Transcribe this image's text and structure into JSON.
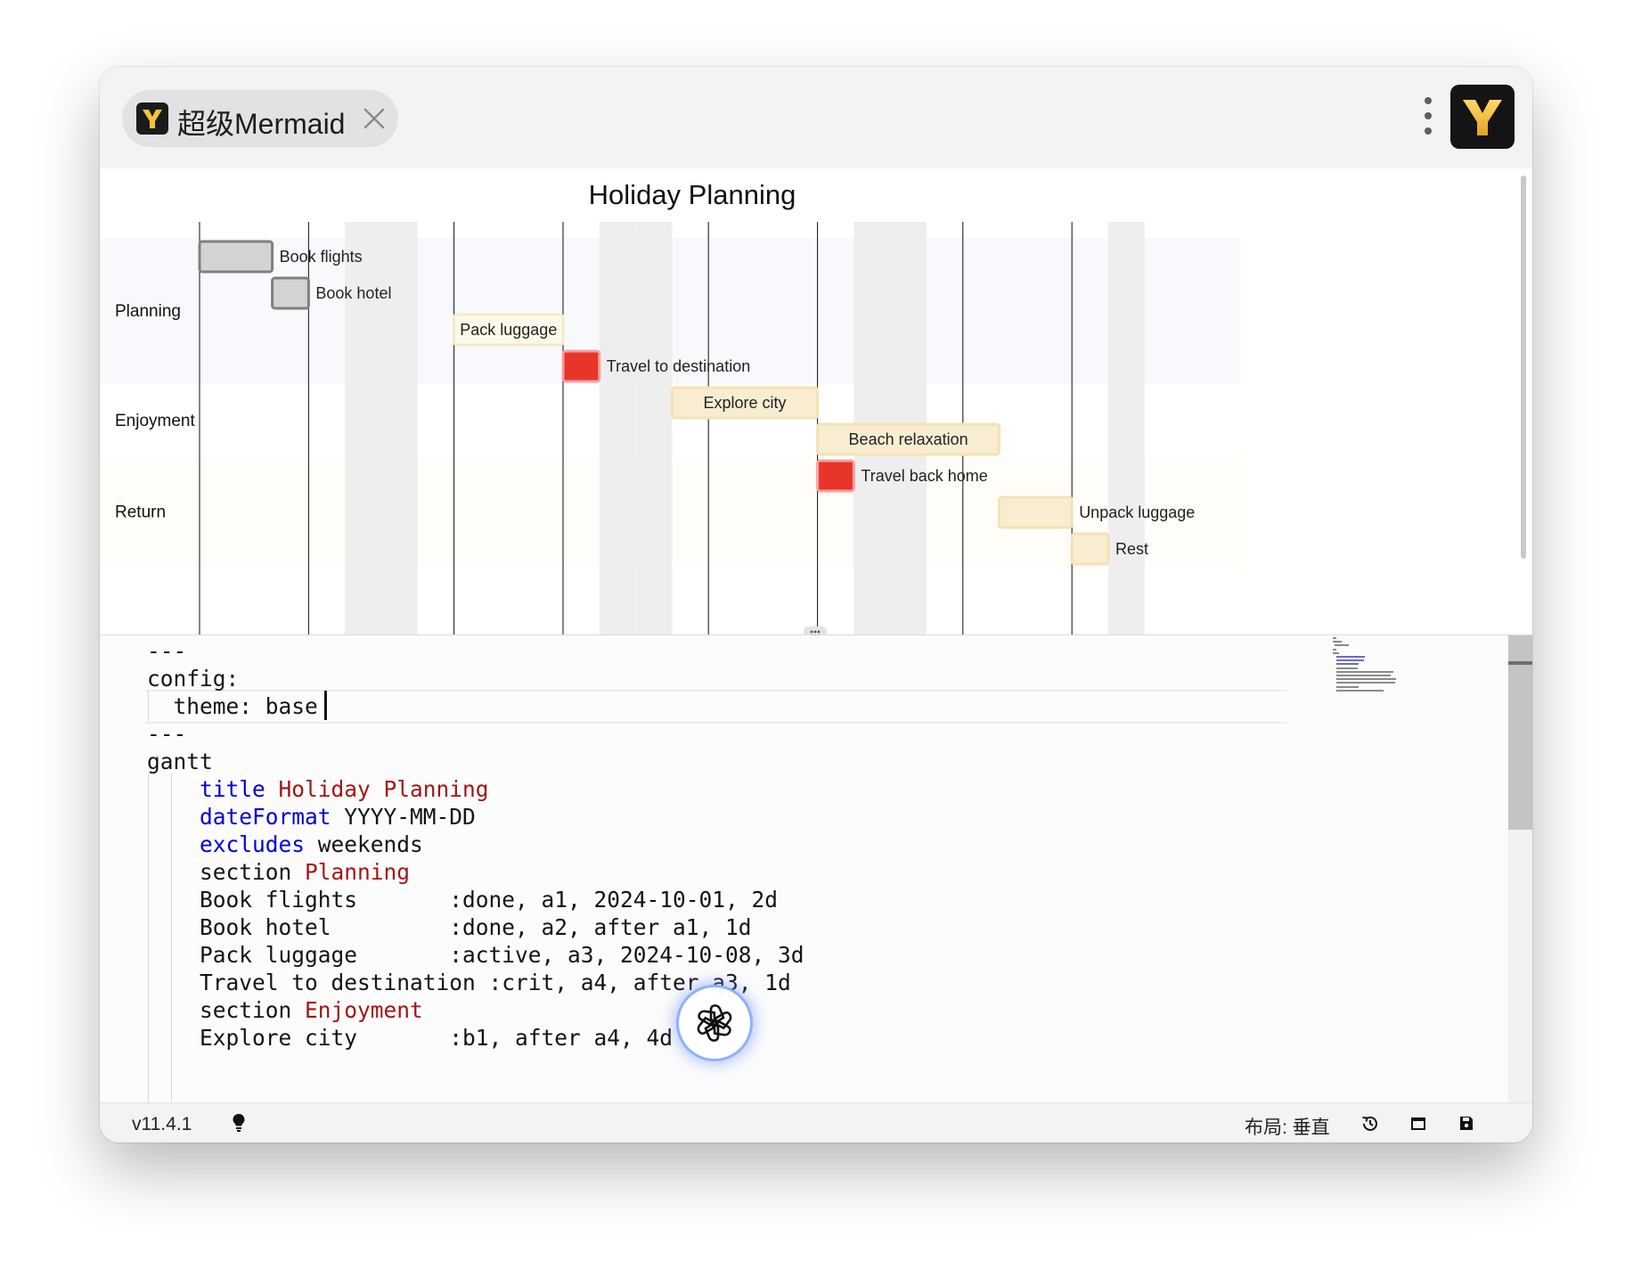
{
  "window": {
    "tab_title": "超级Mermaid",
    "icons": {
      "tab_logo": "app-logo-icon",
      "tab_close": "close-icon",
      "menu": "more-vertical-icon",
      "app_logo": "app-logo-icon"
    },
    "brand_colors": {
      "logo_bg": "#141414",
      "logo_gold": "#f7c23b"
    }
  },
  "chart_data": {
    "type": "gantt",
    "title": "Holiday Planning",
    "date_format": "YYYY-MM-DD",
    "excludes": "weekends",
    "x_start": "2024-10-01",
    "x_end": "2024-10-27",
    "grid": true,
    "sections": [
      {
        "name": "Planning",
        "color": "#f7f9fc"
      },
      {
        "name": "Enjoyment",
        "color": "#ffffff"
      },
      {
        "name": "Return",
        "color": "#fefdf8"
      }
    ],
    "tasks": [
      {
        "name": "Book flights",
        "section": "Planning",
        "id": "a1",
        "status": "done",
        "start": "2024-10-01",
        "end": "2024-10-03"
      },
      {
        "name": "Book hotel",
        "section": "Planning",
        "id": "a2",
        "status": "done",
        "start": "2024-10-03",
        "end": "2024-10-04"
      },
      {
        "name": "Pack luggage",
        "section": "Planning",
        "id": "a3",
        "status": "active",
        "start": "2024-10-08",
        "end": "2024-10-11"
      },
      {
        "name": "Travel to destination",
        "section": "Planning",
        "id": "a4",
        "status": "crit",
        "start": "2024-10-11",
        "end": "2024-10-12"
      },
      {
        "name": "Explore city",
        "section": "Enjoyment",
        "id": "b1",
        "status": "normal",
        "start": "2024-10-14",
        "end": "2024-10-18"
      },
      {
        "name": "Beach relaxation",
        "section": "Enjoyment",
        "id": "b2",
        "status": "normal",
        "start": "2024-10-18",
        "end": "2024-10-23"
      },
      {
        "name": "Travel back home",
        "section": "Return",
        "id": "c1",
        "status": "crit",
        "start": "2024-10-18",
        "end": "2024-10-19"
      },
      {
        "name": "Unpack luggage",
        "section": "Return",
        "id": "c2",
        "status": "normal",
        "start": "2024-10-23",
        "end": "2024-10-25"
      },
      {
        "name": "Rest",
        "section": "Return",
        "id": "c3",
        "status": "normal",
        "start": "2024-10-25",
        "end": "2024-10-26"
      }
    ],
    "status_colors": {
      "done": {
        "fill": "#d3d3d3",
        "stroke": "#808080"
      },
      "active": {
        "fill": "#fdf9ea",
        "stroke": "#f4e9c8"
      },
      "crit": {
        "fill": "#e8352a",
        "stroke": "#f5a0a0"
      },
      "normal": {
        "fill": "#f8edd1",
        "stroke": "#f4e2b4"
      }
    },
    "excluded_color": "#eeeeee"
  },
  "editor": {
    "lines": [
      "---",
      "config:",
      "  theme: base",
      "---",
      "gantt",
      "    title Holiday Planning",
      "    dateFormat YYYY-MM-DD",
      "    excludes weekends",
      "    section Planning",
      "    Book flights       :done, a1, 2024-10-01, 2d",
      "    Book hotel         :done, a2, after a1, 1d",
      "    Pack luggage       :active, a3, 2024-10-08, 3d",
      "    Travel to destination :crit, a4, after a3, 1d",
      "    section Enjoyment",
      "    Explore city       :b1, after a4, 4d"
    ],
    "syntax_colors": {
      "keyword": "#0000d6",
      "value": "#a31515",
      "plain": "#141414"
    }
  },
  "status_bar": {
    "version": "v11.4.1",
    "layout_label": "布局: 垂直",
    "icons": [
      "lightbulb-icon",
      "history-icon",
      "maximize-icon",
      "save-icon"
    ]
  },
  "floating_button": {
    "icon": "openai-logo-icon"
  }
}
